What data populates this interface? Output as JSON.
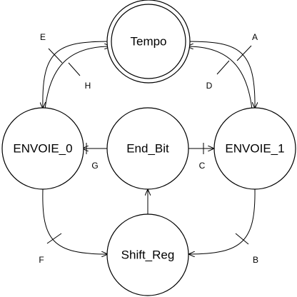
{
  "states": {
    "tempo": "Tempo",
    "envoie0": "ENVOIE_0",
    "endbit": "End_Bit",
    "envoie1": "ENVOIE_1",
    "shiftreg": "Shift_Reg"
  },
  "transitions": {
    "A": "A",
    "B": "B",
    "C": "C",
    "D": "D",
    "E": "E",
    "F": "F",
    "G": "G",
    "H": "H"
  }
}
